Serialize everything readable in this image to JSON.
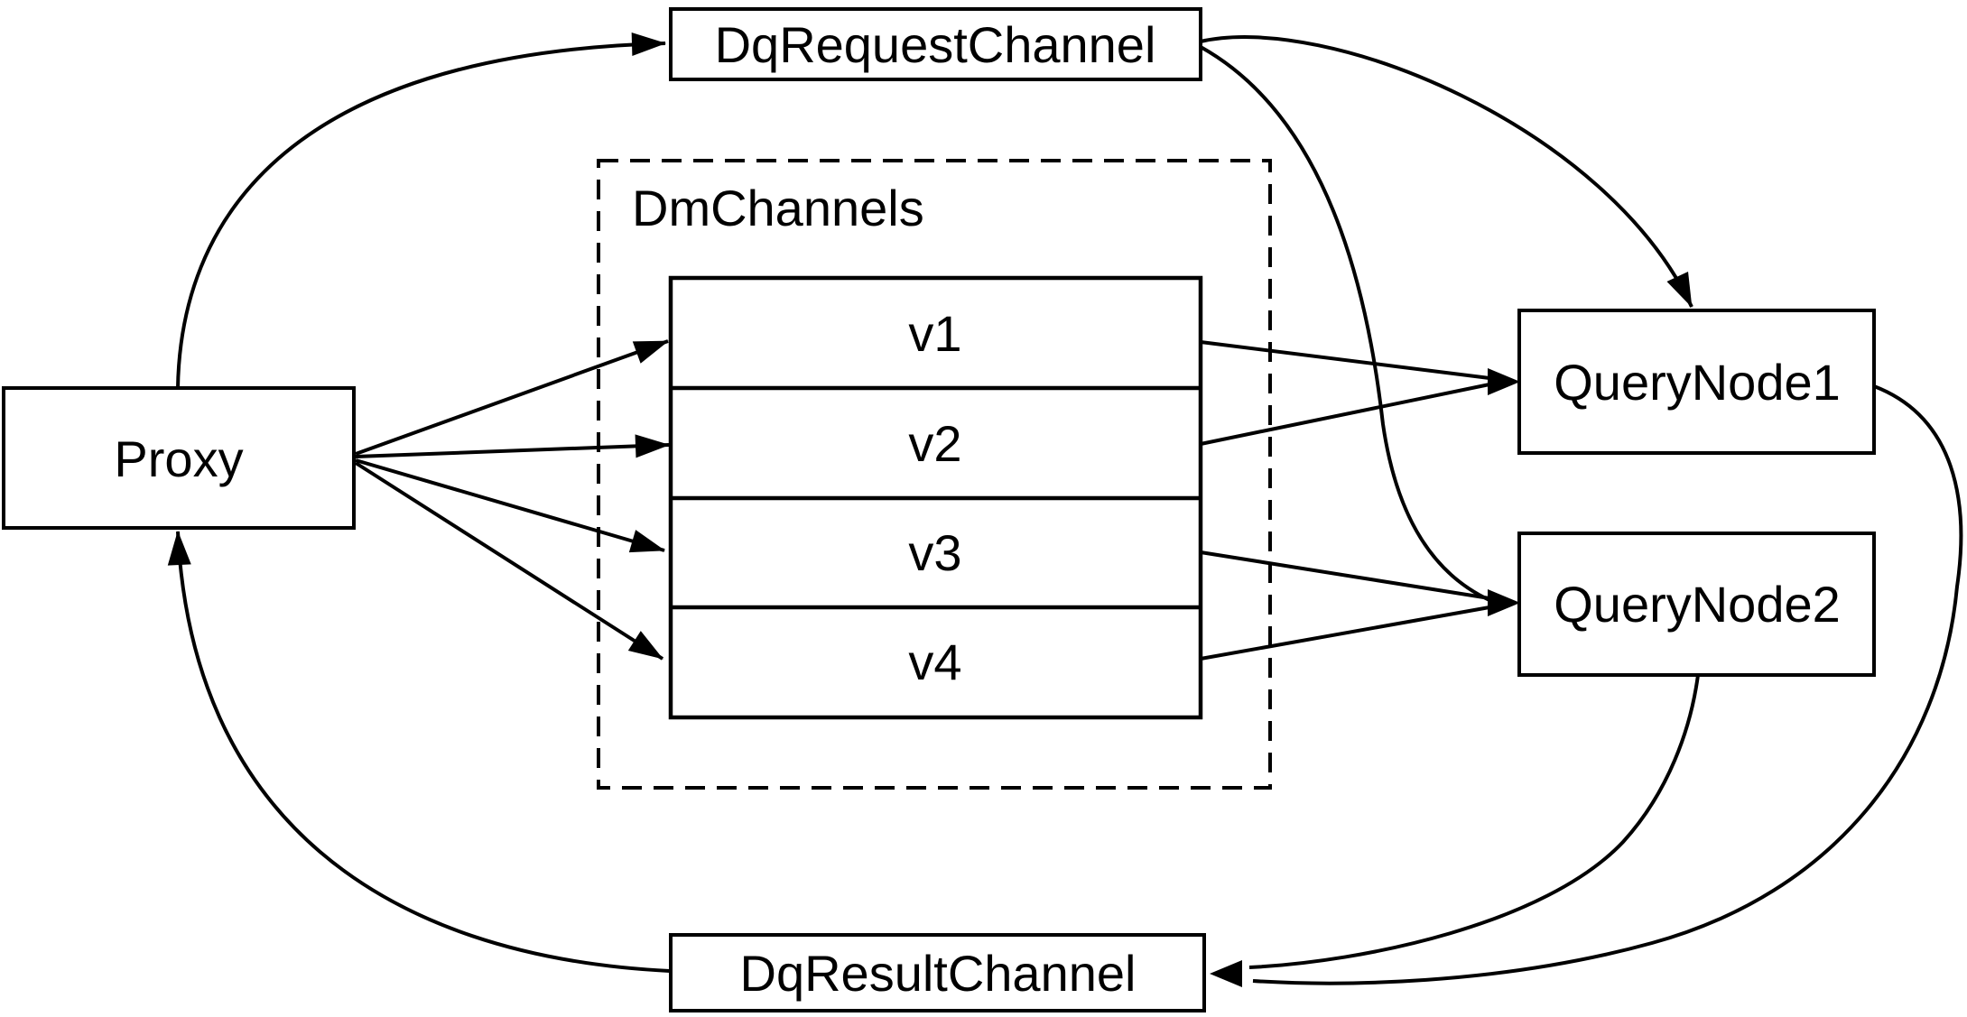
{
  "diagram": {
    "type": "flow-diagram",
    "colors": {
      "stroke": "#000000",
      "node_fill": "#ffffff",
      "text": "#000000",
      "background": "#ffffff"
    },
    "nodes": {
      "proxy": {
        "label": "Proxy"
      },
      "dq_request_channel": {
        "label": "DqRequestChannel"
      },
      "dm_channels_group": {
        "label": "DmChannels"
      },
      "channels": [
        {
          "label": "v1"
        },
        {
          "label": "v2"
        },
        {
          "label": "v3"
        },
        {
          "label": "v4"
        }
      ],
      "query_node_1": {
        "label": "QueryNode1"
      },
      "query_node_2": {
        "label": "QueryNode2"
      },
      "dq_result_channel": {
        "label": "DqResultChannel"
      }
    },
    "edges": [
      {
        "from": "Proxy",
        "to": "DqRequestChannel"
      },
      {
        "from": "DqRequestChannel",
        "to": "QueryNode1"
      },
      {
        "from": "DqRequestChannel",
        "to": "QueryNode2"
      },
      {
        "from": "Proxy",
        "to": "v1"
      },
      {
        "from": "Proxy",
        "to": "v2"
      },
      {
        "from": "Proxy",
        "to": "v3"
      },
      {
        "from": "Proxy",
        "to": "v4"
      },
      {
        "from": "v1",
        "to": "QueryNode1"
      },
      {
        "from": "v2",
        "to": "QueryNode1"
      },
      {
        "from": "v3",
        "to": "QueryNode2"
      },
      {
        "from": "v4",
        "to": "QueryNode2"
      },
      {
        "from": "QueryNode1",
        "to": "DqResultChannel"
      },
      {
        "from": "QueryNode2",
        "to": "DqResultChannel"
      },
      {
        "from": "DqResultChannel",
        "to": "Proxy"
      }
    ]
  }
}
